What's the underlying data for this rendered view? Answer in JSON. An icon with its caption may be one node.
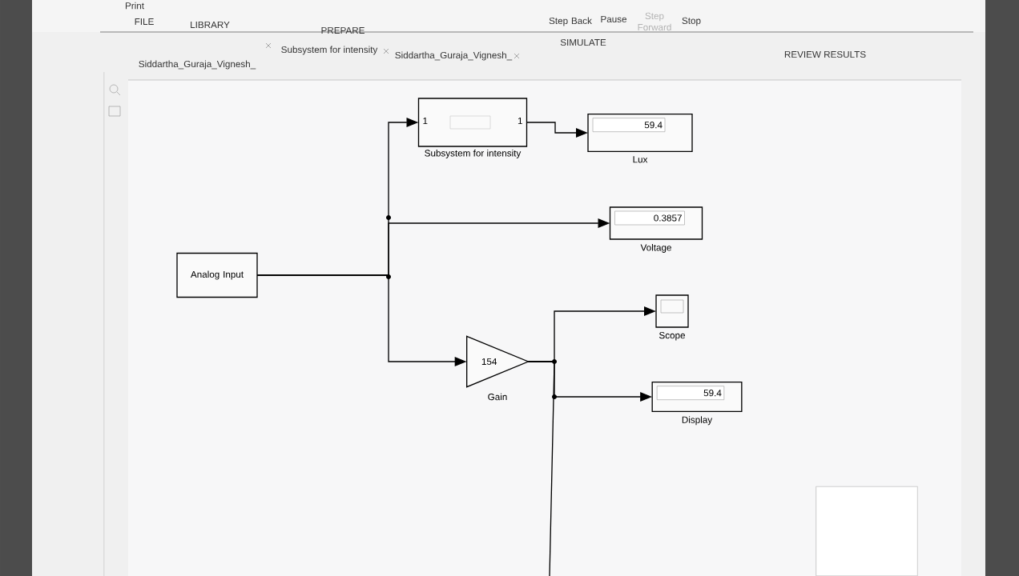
{
  "diagram": {
    "nodes": [
      {
        "text": [
          "Analog Input"
        ]
      },
      {
        "text": [
          "1",
          "1",
          "Subsystem for intensity"
        ]
      },
      {
        "text": [
          "59.4",
          "Lux"
        ]
      },
      {
        "text": [
          "0.3857",
          "Voltage"
        ]
      },
      {
        "text": [
          "154",
          "Gain"
        ]
      },
      {
        "text": [
          "Scope"
        ]
      },
      {
        "text": [
          "59.4",
          "Display"
        ]
      },
      {
        "text": [],
        "shape": "box"
      }
    ],
    "edges": [
      {
        "from": 0,
        "to": 1,
        "arrow": "to"
      },
      {
        "from": 0,
        "to": 3,
        "arrow": "to"
      },
      {
        "from": 0,
        "to": 4,
        "arrow": "to"
      },
      {
        "from": 1,
        "to": 2,
        "arrow": "to"
      },
      {
        "from": 4,
        "to": 5,
        "arrow": "to"
      },
      {
        "from": 4,
        "to": 6,
        "arrow": "to"
      },
      {
        "from": 4,
        "to": null,
        "arrow": "none"
      }
    ],
    "labels": [
      "Print",
      "FILE",
      "LIBRARY",
      "PREPARE",
      "Step Back",
      "Pause",
      "Step Forward",
      "Stop",
      "SIMULATE",
      "REVIEW RESULTS",
      "Subsystem for intensity",
      "Siddartha_Guraja_Vignesh_",
      "Siddartha_Guraja_Vignesh_"
    ]
  }
}
